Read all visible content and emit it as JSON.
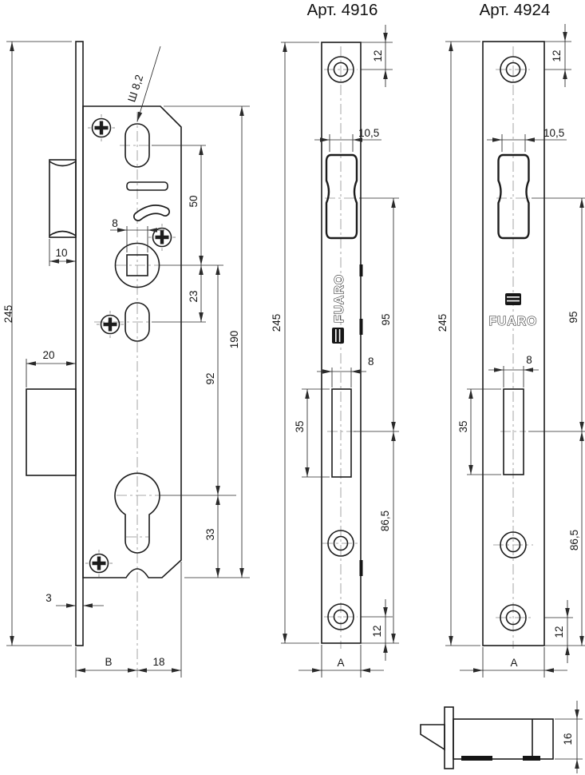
{
  "titles": {
    "left": "Арт. 4916",
    "right": "Арт. 4924"
  },
  "brand": "FUARO",
  "body_dims": {
    "overall_height": "245",
    "latch_width": "10",
    "deadbolt_width": "20",
    "square_width": "8",
    "spindle_to_square": "50",
    "square_to_oval": "23",
    "square_to_cylinder": "92",
    "body_height": "190",
    "cylinder_to_bottom": "33",
    "faceplate_thickness": "3",
    "backset": "B",
    "behind_axis": "18",
    "keyway_note": "Ш 8,2"
  },
  "plate_4916": {
    "height": "245",
    "hole_top": "12",
    "latch_cutout_width": "10,5",
    "latch_to_bolt": "95",
    "bolt_cutout_width": "8",
    "bolt_cutout_height": "35",
    "bolt_to_bottom": "86,5",
    "hole_bottom": "12",
    "width": "A"
  },
  "plate_4924": {
    "height": "245",
    "hole_top": "12",
    "latch_cutout_width": "10,5",
    "latch_to_bolt": "95",
    "bolt_cutout_width": "8",
    "bolt_cutout_height": "35",
    "bolt_to_bottom": "86,5",
    "hole_bottom": "12",
    "width": "A"
  },
  "side_view": {
    "depth": "16"
  }
}
